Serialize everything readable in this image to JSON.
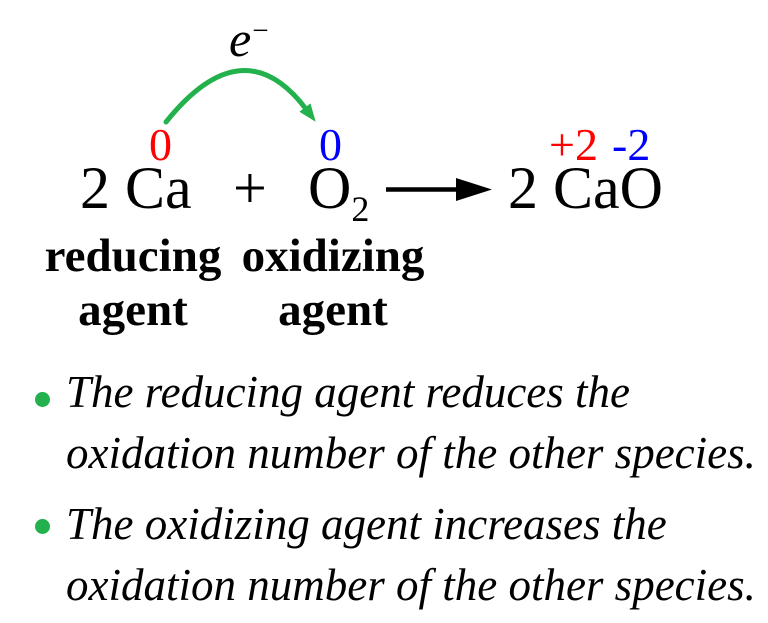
{
  "colors": {
    "arrow_green": "#22b14c",
    "oxidation_red": "#ff0000",
    "oxidation_blue": "#0000ff",
    "text_black": "#000000",
    "background": "#ffffff"
  },
  "electron": {
    "symbol": "e",
    "charge": "−"
  },
  "equation": {
    "reactant1": "2 Ca",
    "plus": "+",
    "reactant2_base": "O",
    "reactant2_subscript": "2",
    "product": "2 CaO"
  },
  "oxidation_numbers": {
    "ca": "0",
    "o2": "0",
    "cao_ca": "+2",
    "cao_o": "-2"
  },
  "agent_labels": {
    "reducing_line1": "reducing",
    "reducing_line2": "agent",
    "oxidizing_line1": "oxidizing",
    "oxidizing_line2": "agent"
  },
  "bullets": [
    {
      "line1": "The reducing agent reduces the",
      "line2": "oxidation number of the other species."
    },
    {
      "line1": "The oxidizing agent increases the",
      "line2": "oxidation number of the other species."
    }
  ]
}
